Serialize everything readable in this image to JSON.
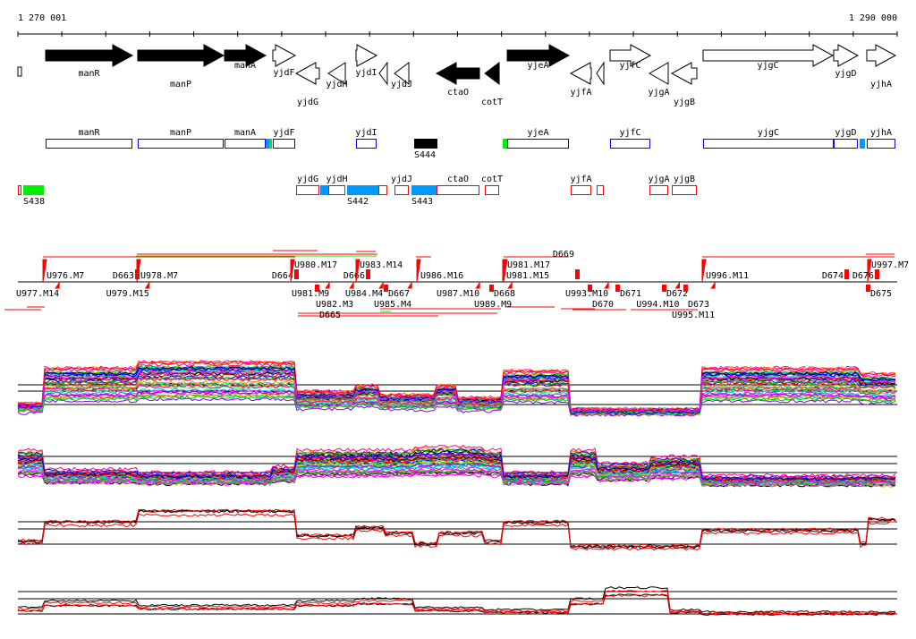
{
  "axis": {
    "start": 1270001,
    "end": 1290000,
    "start_label": "1 270 001",
    "end_label": "1 290 000",
    "tick_step": 1000
  },
  "colors": {
    "forward_fill": "#000000",
    "operon": "#0000ff",
    "reverse_box": "#ff0000",
    "blue_feature": "#0099ff",
    "green_feature": "#00ee00",
    "tu": "#ff0000"
  },
  "genes": [
    {
      "name": "",
      "start": 1270001,
      "end": 1270082,
      "strand": "-",
      "fill": "white"
    },
    {
      "name": "manR",
      "start": 1270632,
      "end": 1272605,
      "strand": "+",
      "fill": "black"
    },
    {
      "name": "manP",
      "start": 1272727,
      "end": 1274680,
      "strand": "+",
      "fill": "black"
    },
    {
      "name": "manA",
      "start": 1274701,
      "end": 1275637,
      "strand": "+",
      "fill": "black"
    },
    {
      "name": "yjdF",
      "start": 1275799,
      "end": 1276308,
      "strand": "+",
      "fill": "white"
    },
    {
      "name": "yjdG",
      "start": 1276328,
      "end": 1276857,
      "strand": "-",
      "fill": "white"
    },
    {
      "name": "yjdH",
      "start": 1277061,
      "end": 1277448,
      "strand": "-",
      "fill": "white"
    },
    {
      "name": "yjdI",
      "start": 1277691,
      "end": 1278159,
      "strand": "+",
      "fill": "white"
    },
    {
      "name": "",
      "start": 1278220,
      "end": 1278403,
      "strand": "-",
      "fill": "white"
    },
    {
      "name": "yjdJ",
      "start": 1278566,
      "end": 1278892,
      "strand": "-",
      "fill": "white"
    },
    {
      "name": "ctaO",
      "start": 1279522,
      "end": 1280499,
      "strand": "-",
      "fill": "black"
    },
    {
      "name": "cotT",
      "start": 1280621,
      "end": 1280947,
      "strand": "-",
      "fill": "black"
    },
    {
      "name": "yjeA",
      "start": 1281130,
      "end": 1282533,
      "strand": "+",
      "fill": "black"
    },
    {
      "name": "yjfA",
      "start": 1282574,
      "end": 1283042,
      "strand": "-",
      "fill": "white"
    },
    {
      "name": "",
      "start": 1283164,
      "end": 1283327,
      "strand": "-",
      "fill": "white"
    },
    {
      "name": "yjfC",
      "start": 1283469,
      "end": 1284385,
      "strand": "+",
      "fill": "white"
    },
    {
      "name": "yjgA",
      "start": 1284364,
      "end": 1284792,
      "strand": "-",
      "fill": "white"
    },
    {
      "name": "yjgB",
      "start": 1284873,
      "end": 1285443,
      "strand": "-",
      "fill": "white"
    },
    {
      "name": "yjgC",
      "start": 1285585,
      "end": 1288535,
      "strand": "+",
      "fill": "white"
    },
    {
      "name": "yjgD",
      "start": 1288555,
      "end": 1289104,
      "strand": "+",
      "fill": "white"
    },
    {
      "name": "yjhA",
      "start": 1289308,
      "end": 1289959,
      "strand": "+",
      "fill": "white"
    }
  ],
  "forward_features": [
    {
      "name": "manR",
      "start": 1270632,
      "end": 1272605,
      "kind": "operon"
    },
    {
      "name": "manP",
      "start": 1272727,
      "end": 1274680,
      "kind": "operon"
    },
    {
      "name": "manA",
      "start": 1274701,
      "end": 1275637,
      "kind": "operon"
    },
    {
      "name": "",
      "start": 1275637,
      "end": 1275759,
      "kind": "blue"
    },
    {
      "name": "",
      "start": 1275718,
      "end": 1275779,
      "kind": "green"
    },
    {
      "name": "yjdF",
      "start": 1275799,
      "end": 1276308,
      "kind": "operon"
    },
    {
      "name": "yjdI",
      "start": 1277691,
      "end": 1278159,
      "kind": "operon"
    },
    {
      "name": "S444",
      "start": 1279014,
      "end": 1279543,
      "kind": "black"
    },
    {
      "name": "",
      "start": 1281028,
      "end": 1281130,
      "kind": "green"
    },
    {
      "name": "yjeA",
      "start": 1281130,
      "end": 1282533,
      "kind": "operon"
    },
    {
      "name": "yjfC",
      "start": 1283469,
      "end": 1284385,
      "kind": "operon"
    },
    {
      "name": "yjgC",
      "start": 1285585,
      "end": 1288555,
      "kind": "operon"
    },
    {
      "name": "yjgD",
      "start": 1288555,
      "end": 1289104,
      "kind": "operon"
    },
    {
      "name": "",
      "start": 1289145,
      "end": 1289267,
      "kind": "blue"
    },
    {
      "name": "yjhA",
      "start": 1289308,
      "end": 1289959,
      "kind": "operon"
    }
  ],
  "reverse_features": [
    {
      "name": "",
      "start": 1270001,
      "end": 1270082,
      "kind": "red"
    },
    {
      "name": "S438",
      "start": 1270123,
      "end": 1270591,
      "kind": "green"
    },
    {
      "name": "yjdG",
      "start": 1276328,
      "end": 1276857,
      "kind": "red"
    },
    {
      "name": "",
      "start": 1276877,
      "end": 1277061,
      "kind": "blue"
    },
    {
      "name": "yjdH",
      "start": 1277061,
      "end": 1277448,
      "kind": "red"
    },
    {
      "name": "S442",
      "start": 1277488,
      "end": 1278200,
      "kind": "blue"
    },
    {
      "name": "",
      "start": 1278200,
      "end": 1278403,
      "kind": "red"
    },
    {
      "name": "yjdJ",
      "start": 1278566,
      "end": 1278892,
      "kind": "red"
    },
    {
      "name": "S443",
      "start": 1278953,
      "end": 1279522,
      "kind": "blue"
    },
    {
      "name": "ctaO",
      "start": 1279522,
      "end": 1280499,
      "kind": "red"
    },
    {
      "name": "cotT",
      "start": 1280621,
      "end": 1280947,
      "kind": "red"
    },
    {
      "name": "yjfA",
      "start": 1282574,
      "end": 1283042,
      "kind": "red"
    },
    {
      "name": "",
      "start": 1283164,
      "end": 1283327,
      "kind": "red"
    },
    {
      "name": "yjgA",
      "start": 1284364,
      "end": 1284792,
      "kind": "red"
    },
    {
      "name": "yjgB",
      "start": 1284873,
      "end": 1285443,
      "kind": "red"
    }
  ],
  "tu_labels_above": [
    {
      "label": "U976.M7",
      "pos": 1270571
    },
    {
      "label": "D663",
      "pos": 1272463
    },
    {
      "label": "U978.M7",
      "pos": 1272707
    },
    {
      "label": "D664",
      "pos": 1276084
    },
    {
      "label": "U980.M17",
      "pos": 1276206
    },
    {
      "label": "D666",
      "pos": 1277711
    },
    {
      "label": "U983.M14",
      "pos": 1277691
    },
    {
      "label": "U986.M16",
      "pos": 1279075
    },
    {
      "label": "U981.M15",
      "pos": 1281028
    },
    {
      "label": "U981.M17",
      "pos": 1281048
    },
    {
      "label": "D669",
      "pos": 1282472
    },
    {
      "label": "U996.M11",
      "pos": 1285564
    },
    {
      "label": "D674",
      "pos": 1288596
    },
    {
      "label": "U997.M7",
      "pos": 1289328
    },
    {
      "label": "D676",
      "pos": 1289287
    }
  ],
  "tu_labels_below": [
    {
      "label": "U977.M14",
      "pos": 1269960
    },
    {
      "label": "U979.M15",
      "pos": 1272006
    },
    {
      "label": "U981.M9",
      "pos": 1276227
    },
    {
      "label": "D665",
      "pos": 1276776
    },
    {
      "label": "U982.M3",
      "pos": 1276776
    },
    {
      "label": "U984.M4",
      "pos": 1277448
    },
    {
      "label": "U985.M4",
      "pos": 1278098
    },
    {
      "label": "D667",
      "pos": 1278342
    },
    {
      "label": "U987.M10",
      "pos": 1279522
    },
    {
      "label": "U989.M9",
      "pos": 1280377
    },
    {
      "label": "D668",
      "pos": 1280743
    },
    {
      "label": "U993.M10",
      "pos": 1282452
    },
    {
      "label": "D670",
      "pos": 1282981
    },
    {
      "label": "D671",
      "pos": 1283612
    },
    {
      "label": "U994.M10",
      "pos": 1284066
    },
    {
      "label": "D672",
      "pos": 1284670
    },
    {
      "label": "U995.M11",
      "pos": 1284873
    },
    {
      "label": "D673",
      "pos": 1285157
    },
    {
      "label": "D675",
      "pos": 1289308
    }
  ],
  "expression_panels": [
    {
      "name": "panel-1",
      "series_count": 40,
      "palette": "rainbow",
      "profile": [
        [
          1270001,
          0.15
        ],
        [
          1270571,
          0.75
        ],
        [
          1272707,
          0.85
        ],
        [
          1275799,
          0.85
        ],
        [
          1276308,
          0.35
        ],
        [
          1277691,
          0.45
        ],
        [
          1278220,
          0.3
        ],
        [
          1279022,
          0.3
        ],
        [
          1279522,
          0.45
        ],
        [
          1280000,
          0.25
        ],
        [
          1281048,
          0.7
        ],
        [
          1282553,
          0.05
        ],
        [
          1285564,
          0.75
        ],
        [
          1289145,
          0.65
        ],
        [
          1290000,
          0.6
        ]
      ]
    },
    {
      "name": "panel-2",
      "series_count": 40,
      "palette": "rainbow",
      "profile": [
        [
          1270001,
          0.55
        ],
        [
          1270571,
          0.25
        ],
        [
          1272707,
          0.2
        ],
        [
          1275799,
          0.3
        ],
        [
          1276308,
          0.55
        ],
        [
          1277691,
          0.55
        ],
        [
          1278994,
          0.6
        ],
        [
          1280580,
          0.55
        ],
        [
          1281048,
          0.2
        ],
        [
          1282553,
          0.55
        ],
        [
          1283164,
          0.35
        ],
        [
          1284385,
          0.45
        ],
        [
          1285564,
          0.15
        ],
        [
          1290000,
          0.15
        ]
      ]
    },
    {
      "name": "panel-3",
      "series_count": 4,
      "palette": "black-red",
      "profile": [
        [
          1270001,
          0.2
        ],
        [
          1270571,
          0.55
        ],
        [
          1272707,
          0.75
        ],
        [
          1276308,
          0.3
        ],
        [
          1277691,
          0.45
        ],
        [
          1278302,
          0.35
        ],
        [
          1278994,
          0.15
        ],
        [
          1279563,
          0.35
        ],
        [
          1280580,
          0.2
        ],
        [
          1281048,
          0.55
        ],
        [
          1282553,
          0.1
        ],
        [
          1285564,
          0.4
        ],
        [
          1289125,
          0.15
        ],
        [
          1289308,
          0.6
        ],
        [
          1290000,
          0.5
        ]
      ]
    },
    {
      "name": "panel-4",
      "series_count": 4,
      "palette": "black-red",
      "profile": [
        [
          1270001,
          0.35
        ],
        [
          1270571,
          0.5
        ],
        [
          1272707,
          0.4
        ],
        [
          1276308,
          0.5
        ],
        [
          1277691,
          0.55
        ],
        [
          1278994,
          0.35
        ],
        [
          1280580,
          0.3
        ],
        [
          1282553,
          0.55
        ],
        [
          1283327,
          0.8
        ],
        [
          1284792,
          0.3
        ],
        [
          1285564,
          0.25
        ],
        [
          1290000,
          0.25
        ]
      ]
    }
  ]
}
